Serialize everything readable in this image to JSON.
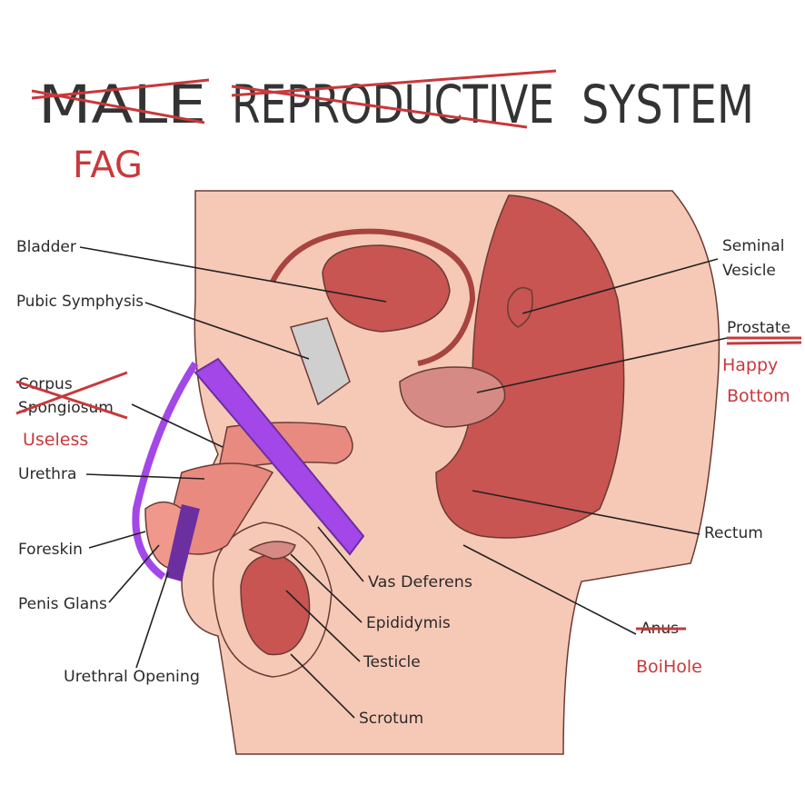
{
  "title": {
    "word1": "MALE",
    "word2": "REPRODUCTIVE",
    "word3": "SYSTEM",
    "replacement": "FAG"
  },
  "labels": {
    "bladder": "Bladder",
    "pubic_symphysis": "Pubic Symphysis",
    "corpus_1": "Corpus",
    "corpus_2": "Spongiosum",
    "corpus_replacement": "Useless",
    "urethra": "Urethra",
    "foreskin": "Foreskin",
    "penis_glans": "Penis Glans",
    "urethral_opening": "Urethral Opening",
    "seminal_1": "Seminal",
    "seminal_2": "Vesicle",
    "prostate": "Prostate",
    "prostate_replacement_1": "Happy",
    "prostate_replacement_2": "Bottom",
    "rectum": "Rectum",
    "anus": "Anus",
    "anus_replacement": "BoiHole",
    "vas_deferens": "Vas Deferens",
    "epididymis": "Epididymis",
    "testicle": "Testicle",
    "scrotum": "Scrotum"
  },
  "colors": {
    "skin": "#f6c9b6",
    "organ": "#c85552",
    "light_organ": "#e98a80",
    "bone": "#cfcfcf",
    "device": "#a347e8",
    "device_dark": "#6b2fa0",
    "annotation_red": "#c8383c"
  }
}
